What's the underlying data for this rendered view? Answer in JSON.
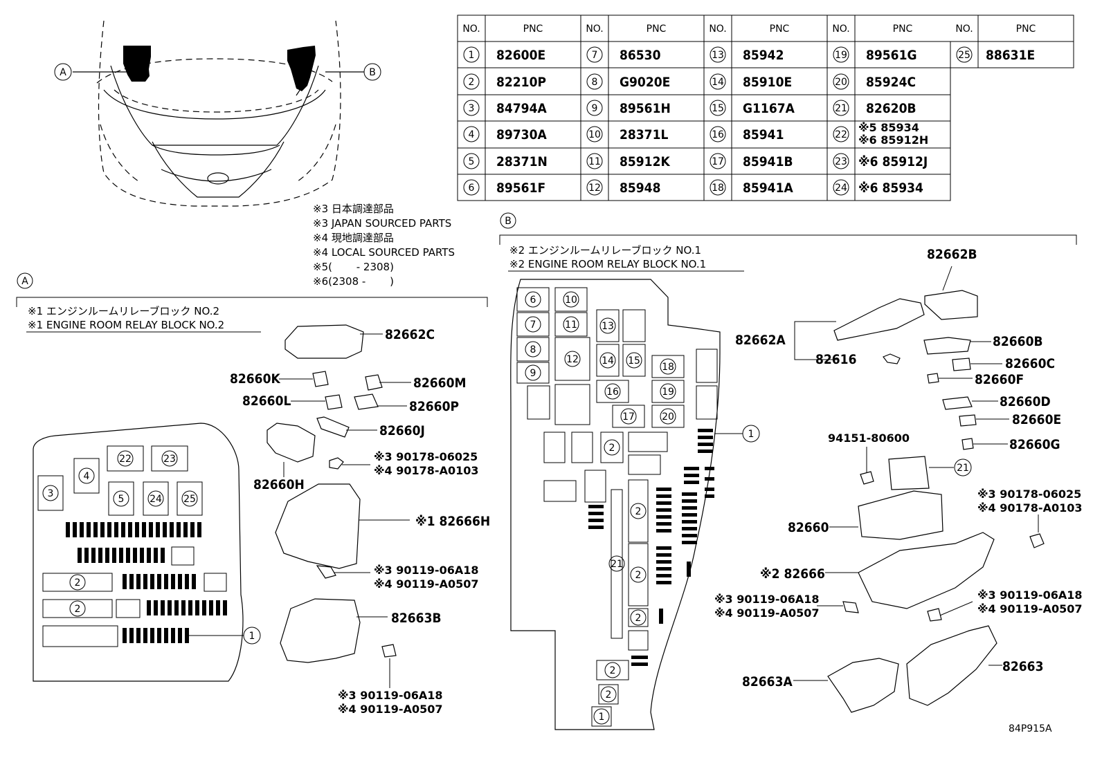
{
  "table": {
    "header_no": "NO.",
    "header_pnc": "PNC",
    "columns": [
      [
        {
          "no": "1",
          "pnc": "82600E"
        },
        {
          "no": "2",
          "pnc": "82210P"
        },
        {
          "no": "3",
          "pnc": "84794A"
        },
        {
          "no": "4",
          "pnc": "89730A"
        },
        {
          "no": "5",
          "pnc": "28371N"
        },
        {
          "no": "6",
          "pnc": "89561F"
        }
      ],
      [
        {
          "no": "7",
          "pnc": "86530"
        },
        {
          "no": "8",
          "pnc": "G9020E"
        },
        {
          "no": "9",
          "pnc": "89561H"
        },
        {
          "no": "10",
          "pnc": "28371L"
        },
        {
          "no": "11",
          "pnc": "85912K"
        },
        {
          "no": "12",
          "pnc": "85948"
        }
      ],
      [
        {
          "no": "13",
          "pnc": "85942"
        },
        {
          "no": "14",
          "pnc": "85910E"
        },
        {
          "no": "15",
          "pnc": "G1167A"
        },
        {
          "no": "16",
          "pnc": "85941"
        },
        {
          "no": "17",
          "pnc": "85941B"
        },
        {
          "no": "18",
          "pnc": "85941A"
        }
      ],
      [
        {
          "no": "19",
          "pnc": "89561G"
        },
        {
          "no": "20",
          "pnc": "85924C"
        },
        {
          "no": "21",
          "pnc": "82620B"
        },
        {
          "no": "22",
          "pnc_a": "※5  85934",
          "pnc_b": "※6  85912H"
        },
        {
          "no": "23",
          "pnc": "※6  85912J"
        },
        {
          "no": "24",
          "pnc": "※6  85934"
        }
      ],
      [
        {
          "no": "25",
          "pnc": "88631E"
        }
      ]
    ]
  },
  "notes": [
    "※3 日本調達部品",
    "※3 JAPAN SOURCED PARTS",
    "※4 現地調達部品",
    "※4 LOCAL SOURCED PARTS",
    "※5(　　 - 2308)",
    "※6(2308 -　　 )"
  ],
  "views": {
    "a": "A",
    "b": "B"
  },
  "section_a": {
    "title_ja": "※1 エンジンルームリレーブロック NO.2",
    "title_en": "※1 ENGINE ROOM RELAY BLOCK NO.2",
    "parts": {
      "cover": "82662C",
      "r_k": "82660K",
      "r_m": "82660M",
      "r_l": "82660L",
      "r_p": "82660P",
      "r_j": "82660J",
      "r_h": "82660H",
      "nut_3": "※3 90178-06025",
      "nut_4": "※4 90178-A0103",
      "box": "※1  82666H",
      "bolt_3": "※3 90119-06A18",
      "bolt_4": "※4 90119-A0507",
      "bracket": "82663B",
      "bolt2_3": "※3 90119-06A18",
      "bolt2_4": "※4 90119-A0507"
    },
    "cells": [
      "22",
      "23",
      "4",
      "3",
      "5",
      "24",
      "25",
      "2",
      "2",
      "1"
    ]
  },
  "section_b": {
    "title_ja": "※2 エンジンルームリレーブロック NO.1",
    "title_en": "※2 ENGINE ROOM RELAY BLOCK NO.1",
    "parts": {
      "lid_b": "82662B",
      "lid_a": "82662A",
      "r_b": "82660B",
      "r_c": "82660C",
      "tool": "82616",
      "r_f": "82660F",
      "r_d": "82660D",
      "r_e": "82660E",
      "bolt_top": "94151-80600",
      "r_g": "82660G",
      "ref21": "21",
      "nut_3": "※3 90178-06025",
      "nut_4": "※4 90178-A0103",
      "block": "82660",
      "box": "※2  82666",
      "boltl_3": "※3 90119-06A18",
      "boltl_4": "※4 90119-A0507",
      "boltr_3": "※3 90119-06A18",
      "boltr_4": "※4 90119-A0507",
      "bracket_a": "82663A",
      "bracket": "82663"
    },
    "cells": [
      "6",
      "10",
      "7",
      "11",
      "8",
      "12",
      "9",
      "13",
      "14",
      "15",
      "18",
      "16",
      "19",
      "17",
      "20",
      "2",
      "2",
      "2",
      "21",
      "2",
      "2",
      "2",
      "1"
    ]
  },
  "drawing_code": "84P915A"
}
